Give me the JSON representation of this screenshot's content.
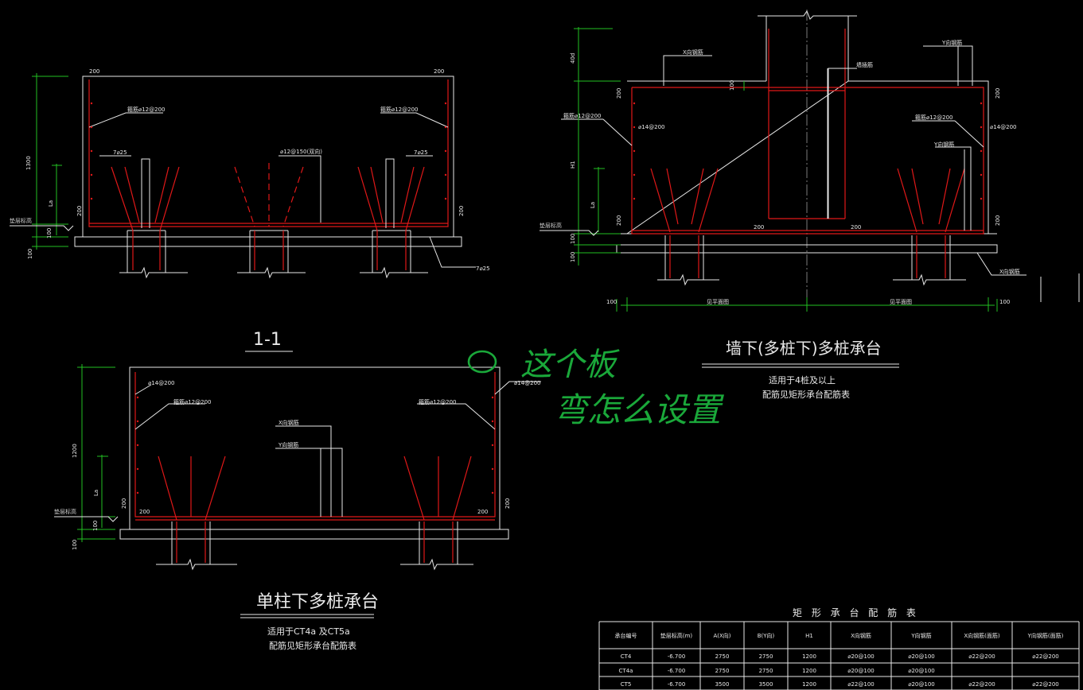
{
  "drawing1": {
    "dim_1300": "1300",
    "dim_la": "La",
    "dim_100a": "100",
    "dim_100b": "100",
    "cover_tl": "200",
    "cover_tr": "200",
    "side_l": "200",
    "side_r": "200",
    "elev_label": "垫层标高",
    "hoop_l": "箍筋⌀12@200",
    "hoop_r": "箍筋⌀12@200",
    "bar_l": "7⌀25",
    "bar_r": "7⌀25",
    "bar_mid": "⌀12@150(双向)",
    "bar_bottom": "7⌀25"
  },
  "section": {
    "label": "1-1"
  },
  "drawing2": {
    "dim_40d": "40d",
    "dim_100": "100",
    "dim_h1": "H1",
    "dim_la": "La",
    "dim_100a": "100",
    "dim_100b": "100",
    "top_l": "200",
    "top_r": "200",
    "side_l": "200",
    "side_r": "200",
    "bot_l": "200",
    "bot_r": "200",
    "x_top": "X向钢筋",
    "y_top": "Y向钢筋",
    "wall_bar": "墙插筋",
    "hoop_l": "箍筋⌀12@200",
    "hoop_r": "箍筋⌀12@200",
    "sfa_l": "⌀14@200",
    "sfa_r": "⌀14@200",
    "y_bar": "Y向钢筋",
    "x_bar": "X向钢筋",
    "elev_label": "垫层标高",
    "bw_l": "100",
    "bw_r": "100",
    "span_l": "见平面图",
    "span_r": "见平面图",
    "title": "墙下(多桩下)多桩承台",
    "note1": "适用于4桩及以上",
    "note2": "配筋见矩形承台配筋表"
  },
  "drawing3": {
    "dim_1200": "1200",
    "dim_la": "La",
    "dim_100a": "100",
    "dim_100b": "100",
    "s_tl": "⌀14@200",
    "s_tr": "⌀14@200",
    "hoop_l": "箍筋⌀12@200",
    "hoop_r": "箍筋⌀12@200",
    "x_bar": "X向钢筋",
    "y_bar": "Y向钢筋",
    "side_l": "200",
    "side_r": "200",
    "bot_l": "200",
    "bot_r": "200",
    "elev_label": "垫层标高",
    "title": "单柱下多桩承台",
    "note1": "适用于CT4a 及CT5a",
    "note2": "配筋见矩形承台配筋表"
  },
  "annotation": {
    "line1": "这个板",
    "line2": "弯怎么设置"
  },
  "table": {
    "title": "矩 形 承 台 配 筋 表",
    "headers": [
      "承台编号",
      "垫层标高(m)",
      "A(X向)",
      "B(Y向)",
      "H1",
      "X向钢筋",
      "Y向钢筋",
      "X向钢筋(面筋)",
      "Y向钢筋(面筋)"
    ],
    "rows": [
      [
        "CT4",
        "-6.700",
        "2750",
        "2750",
        "1200",
        "⌀20@100",
        "⌀20@100",
        "⌀22@200",
        "⌀22@200"
      ],
      [
        "CT4a",
        "-6.700",
        "2750",
        "2750",
        "1200",
        "⌀20@100",
        "⌀20@100",
        "",
        ""
      ],
      [
        "CT5",
        "-6.700",
        "3500",
        "3500",
        "1200",
        "⌀22@100",
        "⌀20@100",
        "⌀22@200",
        "⌀22@200"
      ]
    ]
  },
  "colors": {
    "background": "#000000",
    "line": "#e8e8e8",
    "rebar": "#e01818",
    "dimension": "#22c022",
    "handwriting": "#1aa83a"
  }
}
